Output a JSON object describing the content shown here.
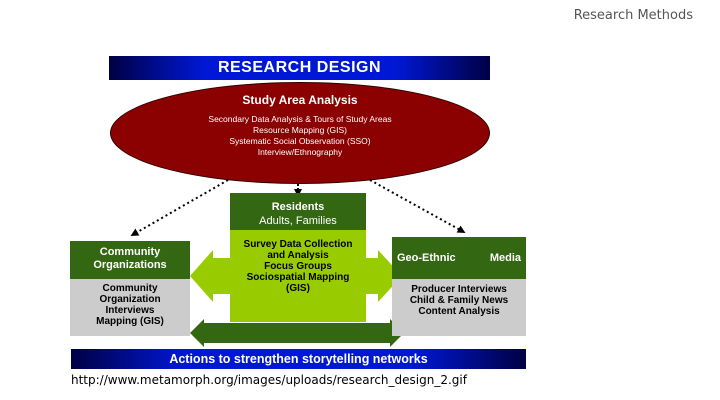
{
  "slide": {
    "title": "Research Methods"
  },
  "banner": {
    "title": "RESEARCH DESIGN"
  },
  "study_area": {
    "title": "Study Area Analysis",
    "lines": [
      "Secondary Data Analysis & Tours of Study Areas",
      "Resource Mapping (GIS)",
      "Systematic Social Observation (SSO)",
      "Interview/Ethnography"
    ]
  },
  "residents": {
    "title": "Residents",
    "subtitle": "Adults, Families",
    "methods": [
      "Survey Data Collection",
      "and Analysis",
      "Focus Groups",
      "Sociospatial Mapping",
      "(GIS)"
    ]
  },
  "community": {
    "title_lines": [
      "Community",
      "Organizations"
    ],
    "methods": [
      "Community",
      "Organization",
      "Interviews",
      "Mapping (GIS)"
    ]
  },
  "geo_ethnic": {
    "title_left": "Geo-Ethnic",
    "title_right": "Media",
    "methods": [
      "Producer Interviews",
      "Child & Family News",
      "Content Analysis"
    ]
  },
  "footer": {
    "banner": "Actions to strengthen storytelling networks"
  },
  "source": {
    "url": "http://www.metamorph.org/images/uploads/research_design_2.gif"
  },
  "colors": {
    "banner_blue": "#0018d6",
    "ellipse_red": "#8b0000",
    "dark_green": "#346712",
    "light_green": "#99cc00",
    "gray": "#cccccc"
  }
}
